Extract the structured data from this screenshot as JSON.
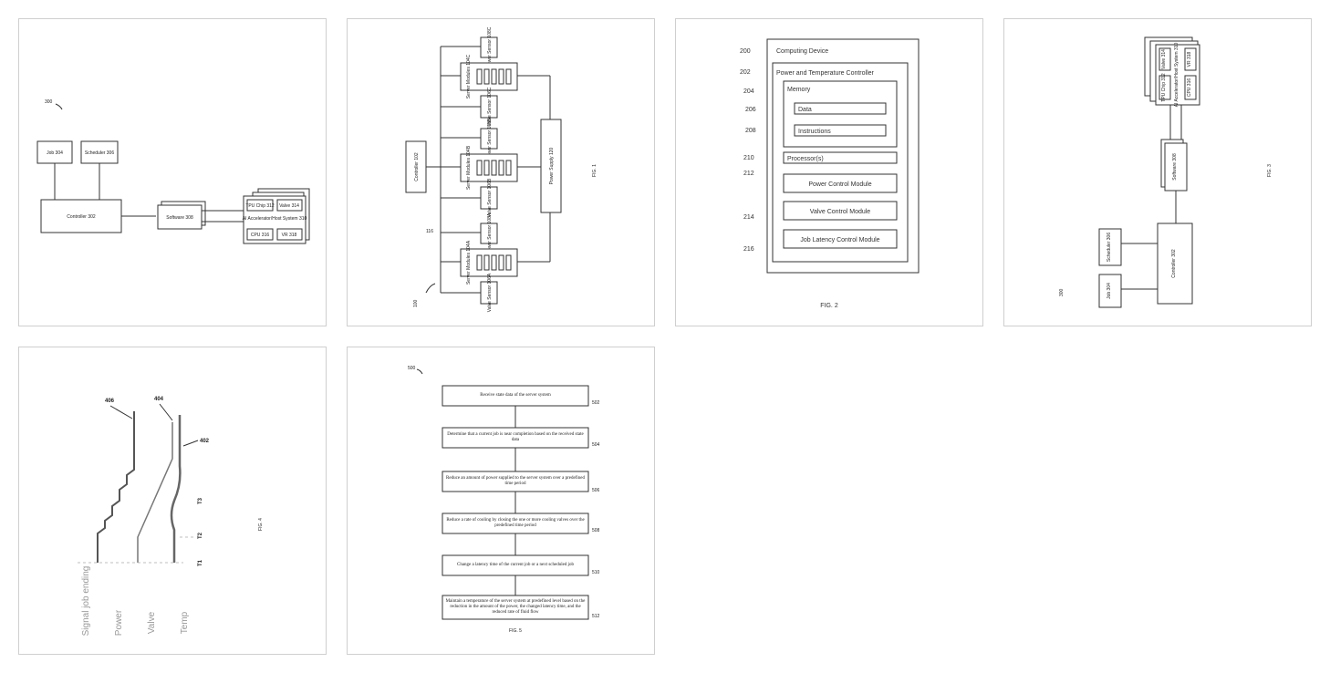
{
  "fig1": {
    "ref": "100",
    "line_ref": "116",
    "label": "FIG. 1",
    "controller": "Controller 102",
    "power_supply": "Power Supply 120",
    "power_sensors": [
      "Power Sensor 108C",
      "Power Sensor 108B",
      "Power Sensor 108A"
    ],
    "server_modules": [
      "Server Modules 104C",
      "Server Modules 104B",
      "Server Modules 104A"
    ],
    "valve_sensors": [
      "Valve Sensor 106C",
      "Valve Sensor 106B",
      "Valve Sensor 106A"
    ]
  },
  "fig2": {
    "label": "FIG. 2",
    "device": "Computing Device",
    "device_ref": "200",
    "controller": "Power and Temperature Controller",
    "controller_ref": "202",
    "memory": "Memory",
    "memory_ref": "204",
    "data": "Data",
    "data_ref": "206",
    "instructions": "Instructions",
    "instructions_ref": "208",
    "processor": "Processor(s)",
    "processor_ref": "210",
    "modules_ref": "212",
    "modules": [
      {
        "label": "Power Control Module",
        "ref": ""
      },
      {
        "label": "Valve Control Module",
        "ref": "214"
      },
      {
        "label": "Job Latency Control Module",
        "ref": "216"
      }
    ]
  },
  "fig3": {
    "ref": "300",
    "label": "FIG. 3",
    "job": "Job 304",
    "scheduler": "Scheduler 306",
    "controller": "Controller 302",
    "software": "Software 308",
    "tpu": "TPU Chip 312",
    "valve": "Valve 314",
    "system": "AI Accelerator/Host System 310",
    "cpu": "CPU 316",
    "vr": "VR 318"
  },
  "fig4": {
    "label": "FIG. 4",
    "refs": [
      "406",
      "404",
      "402"
    ],
    "y_labels": [
      "Power",
      "Valve",
      "Temp"
    ],
    "signal": "Signal job ending",
    "times": [
      "T1",
      "T2",
      "T3"
    ]
  },
  "fig5": {
    "ref": "500",
    "label": "FIG. 5",
    "steps": [
      {
        "text": "Receive state data of the server system",
        "ref": "502"
      },
      {
        "text": "Determine that a current job is near completion based on the received state data",
        "ref": "504"
      },
      {
        "text": "Reduce an amount of power supplied to the server system over a predefined time period",
        "ref": "506"
      },
      {
        "text": "Reduce a rate of cooling by closing the one or more cooling valves over the predefined time period",
        "ref": "508"
      },
      {
        "text": "Change a latency time of the current job or a next scheduled job",
        "ref": "510"
      },
      {
        "text": "Maintain a temperature of the server system at predefined level based on the reduction in the amount of the power, the changed latency time, and the reduced rate of fluid flow",
        "ref": "512"
      }
    ]
  }
}
